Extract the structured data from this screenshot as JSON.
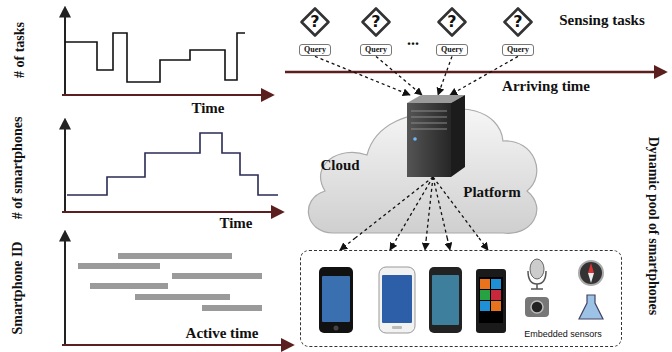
{
  "diagram": {
    "nodes": [
      {
        "text": [
          "?"
        ]
      },
      {
        "text": [
          "Query"
        ]
      },
      {
        "text": [
          "?"
        ]
      },
      {
        "text": [
          "Query"
        ]
      },
      {
        "text": [
          "?"
        ]
      },
      {
        "text": [
          "Query"
        ]
      },
      {
        "text": [
          "?"
        ]
      },
      {
        "text": [
          "Query"
        ]
      },
      {
        "text": [
          "Cloud",
          "Platform"
        ]
      },
      {
        "text": [
          "Dynamic pool of smartphones",
          "Embedded sensors"
        ]
      }
    ],
    "edges": [
      {
        "from": 1,
        "to": 8,
        "arrow": "to"
      },
      {
        "from": 3,
        "to": 8,
        "arrow": "to"
      },
      {
        "from": 5,
        "to": 8,
        "arrow": "to"
      },
      {
        "from": 7,
        "to": 8,
        "arrow": "to"
      },
      {
        "from": 8,
        "to": 9,
        "arrow": "to"
      },
      {
        "from": 8,
        "to": 9,
        "arrow": "to"
      },
      {
        "from": 8,
        "to": 9,
        "arrow": "to"
      },
      {
        "from": 8,
        "to": 9,
        "arrow": "to"
      },
      {
        "from": 8,
        "to": 9,
        "arrow": "to"
      }
    ],
    "labels": [
      "# of tasks",
      "Time",
      "# of smartphones",
      "Time",
      "Smartphone ID",
      "Active time",
      "Sensing tasks",
      "Arriving time",
      "..."
    ]
  }
}
